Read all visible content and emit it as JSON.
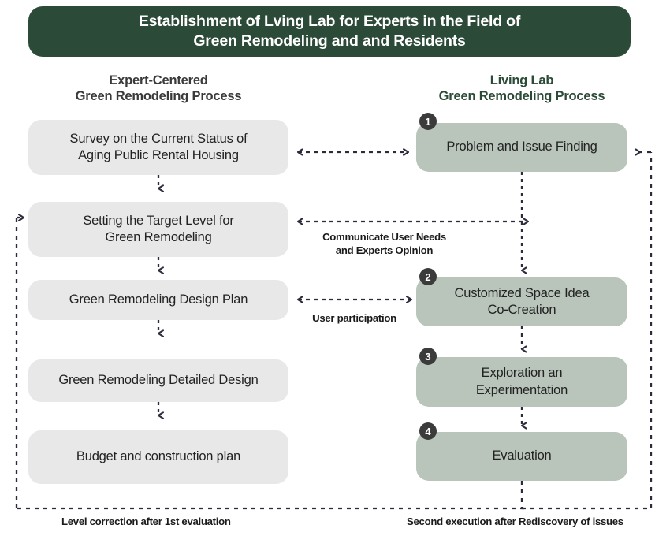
{
  "title": {
    "line1": "Establishment of Lving Lab for Experts in the Field of",
    "line2": "Green Remodeling and and Residents"
  },
  "columns": {
    "left": {
      "header_line1": "Expert-Centered",
      "header_line2": "Green Remodeling Process",
      "steps": [
        {
          "line1": "Survey on the Current Status of",
          "line2": "Aging Public Rental Housing"
        },
        {
          "line1": "Setting the Target Level for",
          "line2": "Green Remodeling"
        },
        {
          "line1": "Green Remodeling Design Plan",
          "line2": ""
        },
        {
          "line1": "Green Remodeling Detailed Design",
          "line2": ""
        },
        {
          "line1": "Budget and construction plan",
          "line2": ""
        }
      ]
    },
    "right": {
      "header_line1": "Living Lab",
      "header_line2": "Green Remodeling Process",
      "steps": [
        {
          "number": "1",
          "line1": "Problem and Issue Finding",
          "line2": ""
        },
        {
          "number": "2",
          "line1": "Customized Space Idea",
          "line2": "Co-Creation"
        },
        {
          "number": "3",
          "line1": "Exploration an",
          "line2": "Experimentation"
        },
        {
          "number": "4",
          "line1": "Evaluation",
          "line2": ""
        }
      ]
    }
  },
  "connector_labels": {
    "communicate_line1": "Communicate User Needs",
    "communicate_line2": "and Experts Opinion",
    "user_participation": "User participation"
  },
  "footer_labels": {
    "left": "Level correction after 1st evaluation",
    "right": "Second execution after Rediscovery of issues"
  },
  "colors": {
    "banner_green": "#2c4a38",
    "right_box": "#b9c4bb",
    "left_box": "#e8e8e8",
    "badge": "#3b3b3b",
    "wire": "#2b2b3c"
  }
}
